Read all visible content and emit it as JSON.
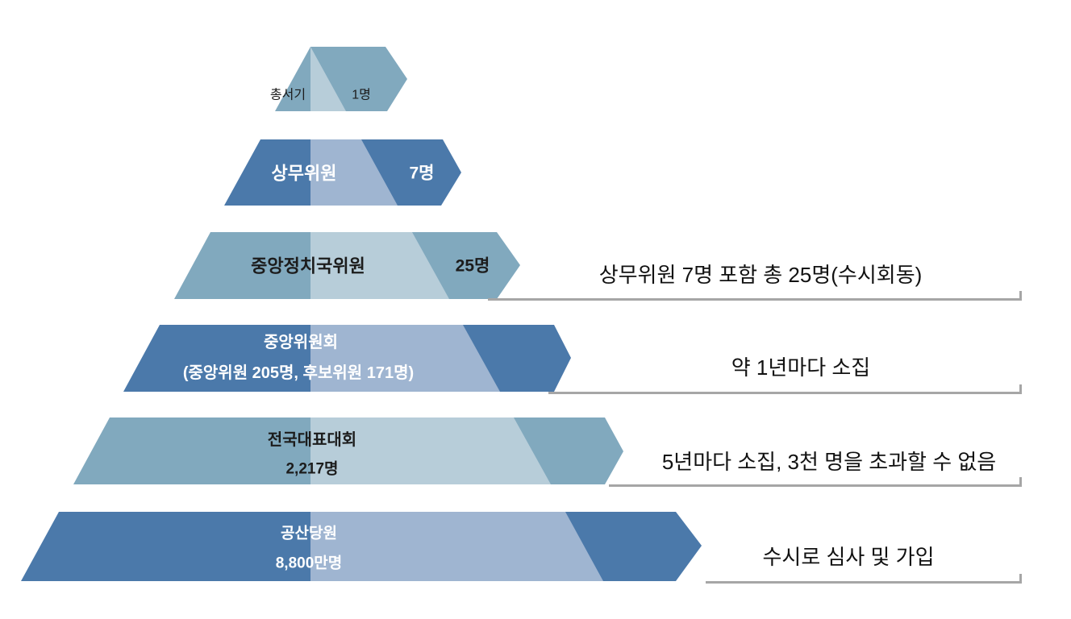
{
  "colors": {
    "tier_blue": "#4b79aa",
    "tier_blue_band": "#9fb5d1",
    "tier_steel": "#81a9be",
    "tier_steel_band": "#b7cdd9",
    "annotation_line": "#a6a6a6",
    "text_dark": "#1c1c1c",
    "text_light": "#ffffff"
  },
  "pyramid": {
    "tiers": [
      {
        "id": "general-secretary",
        "label": "총서기",
        "count": "1명"
      },
      {
        "id": "standing-committee",
        "label": "상무위원",
        "count": "7명"
      },
      {
        "id": "politburo",
        "label": "중앙정치국위원",
        "count": "25명"
      },
      {
        "id": "central-committee",
        "label": "중앙위원회",
        "sublabel": "(중앙위원 205명, 후보위원 171명)"
      },
      {
        "id": "national-congress",
        "label": "전국대표대회",
        "sublabel": "2,217명"
      },
      {
        "id": "party-members",
        "label": "공산당원",
        "sublabel": "8,800만명"
      }
    ]
  },
  "annotations": [
    {
      "text": "상무위원 7명 포함 총 25명(수시회동)"
    },
    {
      "text": "약 1년마다 소집"
    },
    {
      "text": "5년마다 소집, 3천 명을 초과할 수 없음"
    },
    {
      "text": "수시로 심사 및 가입"
    }
  ]
}
